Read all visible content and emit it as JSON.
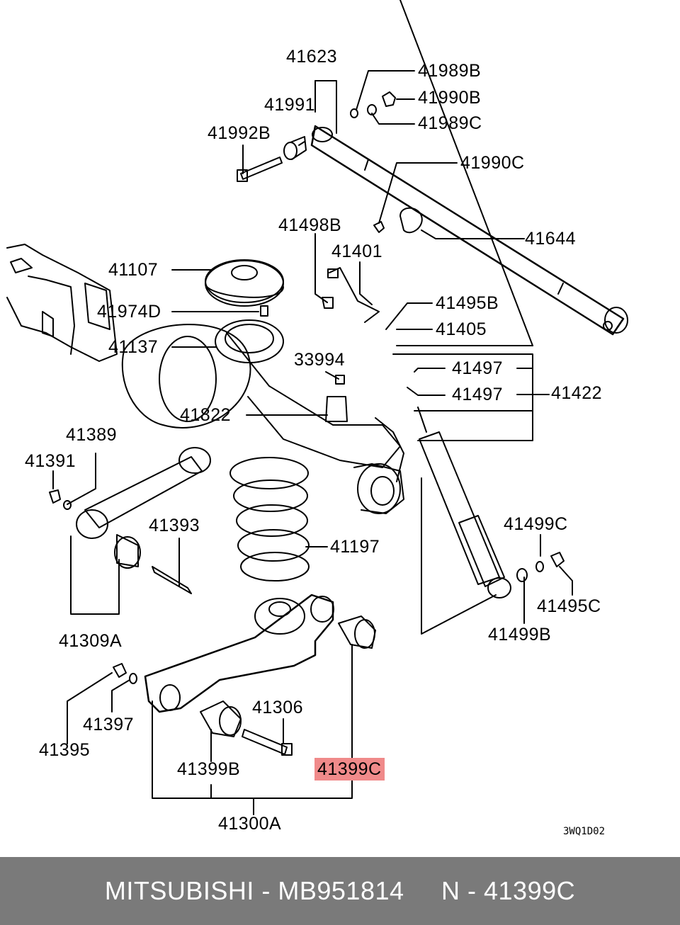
{
  "labels": {
    "l41623": "41623",
    "l41989B": "41989B",
    "l41990B": "41990B",
    "l41991": "41991",
    "l41989C": "41989C",
    "l41992B": "41992B",
    "l41990C": "41990C",
    "l41498B": "41498B",
    "l41644": "41644",
    "l41401": "41401",
    "l41107": "41107",
    "l41495B": "41495B",
    "l41974D": "41974D",
    "l41405": "41405",
    "l41137": "41137",
    "l33994": "33994",
    "l41497a": "41497",
    "l41497b": "41497",
    "l41422": "41422",
    "l41822": "41822",
    "l41389": "41389",
    "l41391": "41391",
    "l41393": "41393",
    "l41197": "41197",
    "l41499C": "41499C",
    "l41495C": "41495C",
    "l41309A": "41309A",
    "l41499B": "41499B",
    "l41306": "41306",
    "l41397": "41397",
    "l41395": "41395",
    "l41399B": "41399B",
    "l41399C": "41399C",
    "l41300A": "41300A"
  },
  "diagram_code": "3WQ1D02",
  "footer": {
    "text": "MITSUBISHI - MB951814     N - 41399C"
  },
  "highlight_color": "#f08a8a"
}
